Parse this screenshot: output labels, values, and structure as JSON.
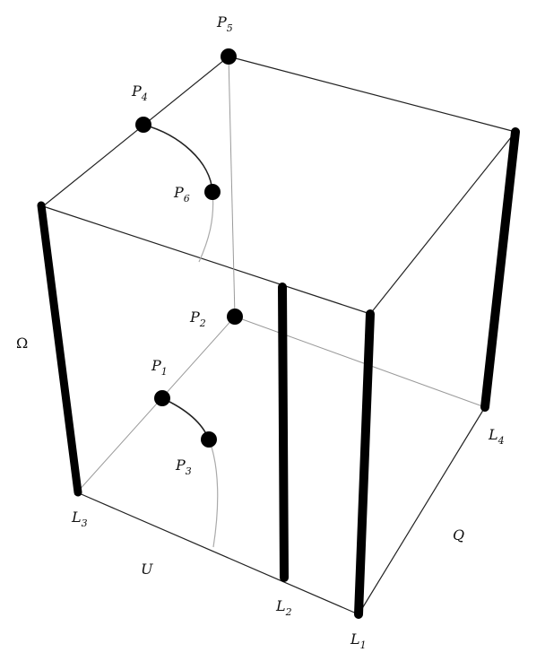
{
  "colors": {
    "ink": "#000000",
    "faint": "#9a9a9a",
    "background": "#ffffff"
  },
  "points": [
    {
      "id": "P1",
      "letter": "P",
      "index": "1"
    },
    {
      "id": "P2",
      "letter": "P",
      "index": "2"
    },
    {
      "id": "P3",
      "letter": "P",
      "index": "3"
    },
    {
      "id": "P4",
      "letter": "P",
      "index": "4"
    },
    {
      "id": "P5",
      "letter": "P",
      "index": "5"
    },
    {
      "id": "P6",
      "letter": "P",
      "index": "6"
    }
  ],
  "lines": [
    {
      "id": "L1",
      "letter": "L",
      "index": "1"
    },
    {
      "id": "L2",
      "letter": "L",
      "index": "2"
    },
    {
      "id": "L3",
      "letter": "L",
      "index": "3"
    },
    {
      "id": "L4",
      "letter": "L",
      "index": "4"
    }
  ],
  "regions": {
    "omega": "Ω",
    "u": "U",
    "q": "Q"
  }
}
